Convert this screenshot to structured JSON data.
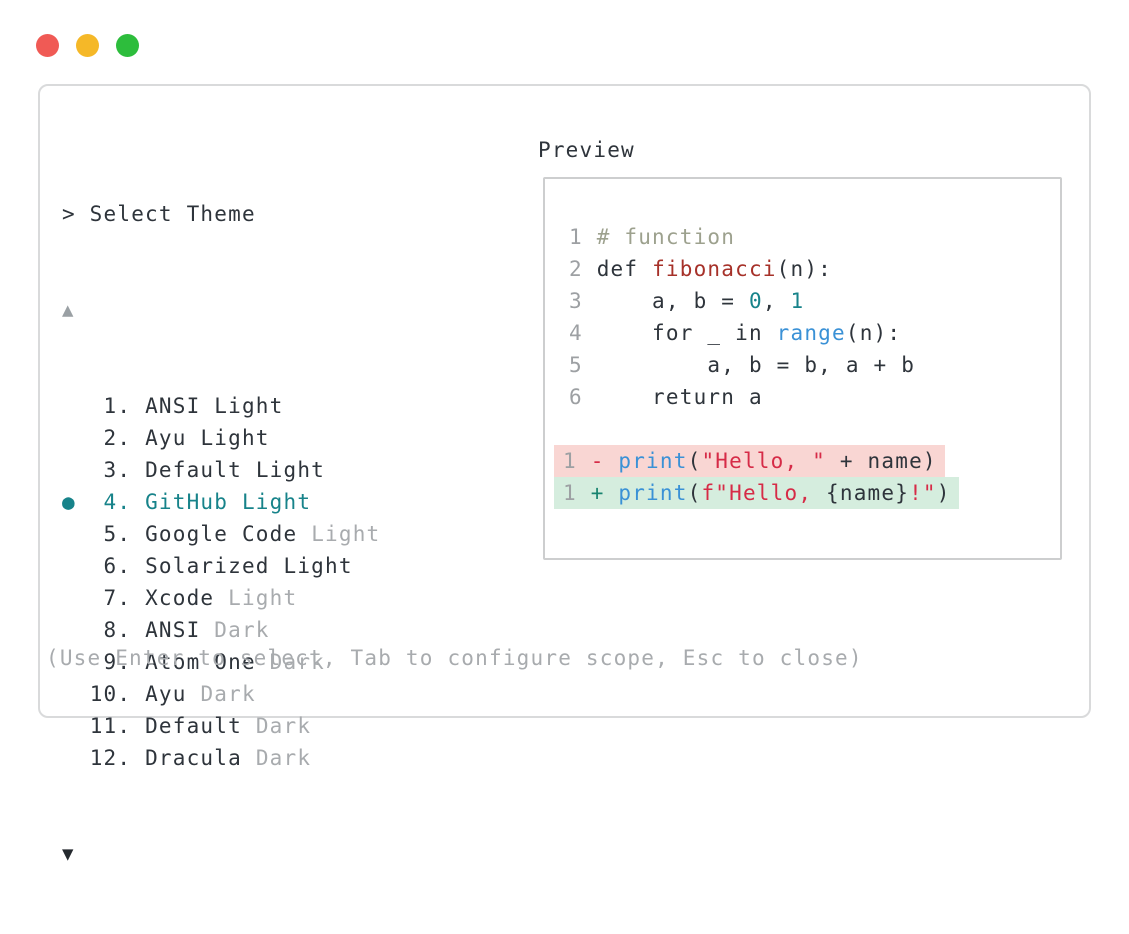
{
  "window": {
    "controls": [
      {
        "name": "close",
        "color": "#f05a55"
      },
      {
        "name": "minimize",
        "color": "#f5b828"
      },
      {
        "name": "zoom",
        "color": "#2dbd3c"
      }
    ]
  },
  "selector": {
    "prompt": "> Select Theme",
    "scroll_up": "▲",
    "scroll_down": "▼",
    "selected_marker": "●",
    "items": [
      {
        "number": 1,
        "name": "ANSI",
        "variant": "Light",
        "variant_muted": false,
        "selected": false
      },
      {
        "number": 2,
        "name": "Ayu",
        "variant": "Light",
        "variant_muted": false,
        "selected": false
      },
      {
        "number": 3,
        "name": "Default",
        "variant": "Light",
        "variant_muted": false,
        "selected": false
      },
      {
        "number": 4,
        "name": "GitHub",
        "variant": "Light",
        "variant_muted": false,
        "selected": true
      },
      {
        "number": 5,
        "name": "Google Code",
        "variant": "Light",
        "variant_muted": true,
        "selected": false
      },
      {
        "number": 6,
        "name": "Solarized",
        "variant": "Light",
        "variant_muted": false,
        "selected": false
      },
      {
        "number": 7,
        "name": "Xcode",
        "variant": "Light",
        "variant_muted": true,
        "selected": false
      },
      {
        "number": 8,
        "name": "ANSI",
        "variant": "Dark",
        "variant_muted": true,
        "selected": false
      },
      {
        "number": 9,
        "name": "Atom One",
        "variant": "Dark",
        "variant_muted": true,
        "selected": false
      },
      {
        "number": 10,
        "name": "Ayu",
        "variant": "Dark",
        "variant_muted": true,
        "selected": false
      },
      {
        "number": 11,
        "name": "Default",
        "variant": "Dark",
        "variant_muted": true,
        "selected": false
      },
      {
        "number": 12,
        "name": "Dracula",
        "variant": "Dark",
        "variant_muted": true,
        "selected": false
      }
    ],
    "footer_hint": "(Use Enter to select, Tab to configure scope, Esc to close)"
  },
  "preview": {
    "label": "Preview",
    "lines": [
      {
        "type": "code",
        "segments": [
          {
            "t": "1 ",
            "c": "ln"
          },
          {
            "t": "# function",
            "c": "comment"
          }
        ]
      },
      {
        "type": "code",
        "segments": [
          {
            "t": "2 ",
            "c": "ln"
          },
          {
            "t": "def ",
            "c": "plain"
          },
          {
            "t": "fibonacci",
            "c": "func"
          },
          {
            "t": "(n):",
            "c": "plain"
          }
        ]
      },
      {
        "type": "code",
        "segments": [
          {
            "t": "3 ",
            "c": "ln"
          },
          {
            "t": "    a, b = ",
            "c": "plain"
          },
          {
            "t": "0",
            "c": "teal"
          },
          {
            "t": ", ",
            "c": "plain"
          },
          {
            "t": "1",
            "c": "teal"
          }
        ]
      },
      {
        "type": "code",
        "segments": [
          {
            "t": "4 ",
            "c": "ln"
          },
          {
            "t": "    for _ in ",
            "c": "plain"
          },
          {
            "t": "range",
            "c": "blue"
          },
          {
            "t": "(n):",
            "c": "plain"
          }
        ]
      },
      {
        "type": "code",
        "segments": [
          {
            "t": "5 ",
            "c": "ln"
          },
          {
            "t": "        a, b = b, a + b",
            "c": "plain"
          }
        ]
      },
      {
        "type": "code",
        "segments": [
          {
            "t": "6 ",
            "c": "ln"
          },
          {
            "t": "    return a",
            "c": "plain"
          }
        ]
      },
      {
        "type": "blank",
        "segments": []
      },
      {
        "type": "del",
        "segments": [
          {
            "t": "1 ",
            "c": "ln"
          },
          {
            "t": "- ",
            "c": "del"
          },
          {
            "t": "print",
            "c": "blue"
          },
          {
            "t": "(",
            "c": "plain"
          },
          {
            "t": "\"Hello, \"",
            "c": "str"
          },
          {
            "t": " + name)",
            "c": "plain"
          }
        ]
      },
      {
        "type": "add",
        "segments": [
          {
            "t": "1 ",
            "c": "ln"
          },
          {
            "t": "+ ",
            "c": "add"
          },
          {
            "t": "print",
            "c": "blue"
          },
          {
            "t": "(",
            "c": "plain"
          },
          {
            "t": "f\"Hello, ",
            "c": "str"
          },
          {
            "t": "{name}",
            "c": "plain"
          },
          {
            "t": "!\"",
            "c": "str"
          },
          {
            "t": ")",
            "c": "plain"
          }
        ]
      }
    ]
  },
  "colors": {
    "accent_teal": "#17838a",
    "text_dark": "#2e343b",
    "text_muted": "#a8abae",
    "diff_removed_bg": "#f9d6d3",
    "diff_added_bg": "#d5edde",
    "panel_border": "#d9dadb"
  }
}
